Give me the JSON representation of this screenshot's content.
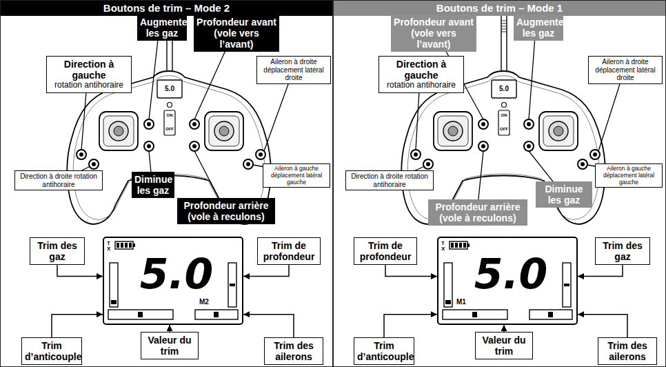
{
  "diagram": {
    "nodes": [
      {
        "text": [
          "Boutons de trim – Mode 2"
        ]
      },
      {
        "text": [
          "Augmente les gaz"
        ],
        "in": 0
      },
      {
        "text": [
          "Profondeur avant (vole vers l’avant)"
        ],
        "in": 0
      },
      {
        "text": [
          "Direction à gauche",
          "rotation antihoraire"
        ],
        "in": 0
      },
      {
        "text": [
          "Aileron à droite déplacement latéral droite"
        ],
        "in": 0
      },
      {
        "text": [
          "Direction à droite rotation antihoraire"
        ],
        "in": 0
      },
      {
        "text": [
          "Diminue les gaz"
        ],
        "in": 0
      },
      {
        "text": [
          "Aileron à gauche déplacement latéral gauche"
        ],
        "in": 0
      },
      {
        "text": [
          "Profondeur arrière (vole à reculons)"
        ],
        "in": 0
      },
      {
        "text": [
          "T X",
          "5.0",
          "M2"
        ],
        "in": 0
      },
      {
        "text": [
          "Trim des gaz"
        ],
        "in": 0
      },
      {
        "text": [
          "Trim de profondeur"
        ],
        "in": 0
      },
      {
        "text": [
          "Trim d’anticouple"
        ],
        "in": 0
      },
      {
        "text": [
          "Valeur du trim"
        ],
        "in": 0
      },
      {
        "text": [
          "Trim des ailerons"
        ],
        "in": 0
      },
      {
        "text": [
          "Boutons de trim – Mode 1"
        ]
      },
      {
        "text": [
          "Profondeur avant (vole vers l’avant)"
        ],
        "in": 15
      },
      {
        "text": [
          "Augmente les gaz"
        ],
        "in": 15
      },
      {
        "text": [
          "Direction à gauche",
          "rotation antihoraire"
        ],
        "in": 15
      },
      {
        "text": [
          "Aileron à droite déplacement latéral droite"
        ],
        "in": 15
      },
      {
        "text": [
          "Direction à droite rotation antihoraire"
        ],
        "in": 15
      },
      {
        "text": [
          "Diminue les gaz"
        ],
        "in": 15
      },
      {
        "text": [
          "Aileron à gauche déplacement latéral gauche"
        ],
        "in": 15
      },
      {
        "text": [
          "Profondeur arrière (vole à reculons)"
        ],
        "in": 15
      },
      {
        "text": [
          "T X",
          "5.0",
          "M1"
        ],
        "in": 15
      },
      {
        "text": [
          "Trim de profondeur"
        ],
        "in": 15
      },
      {
        "text": [
          "Trim des gaz"
        ],
        "in": 15
      },
      {
        "text": [
          "Trim d’anticouple"
        ],
        "in": 15
      },
      {
        "text": [
          "Valeur du trim"
        ],
        "in": 15
      },
      {
        "text": [
          "Trim des ailerons"
        ],
        "in": 15
      }
    ],
    "edges": [
      {
        "from": 10,
        "to": 9,
        "arrow": "to"
      },
      {
        "from": 11,
        "to": 9,
        "arrow": "to"
      },
      {
        "from": 12,
        "to": 9,
        "arrow": "to"
      },
      {
        "from": 13,
        "to": 9,
        "arrow": "to"
      },
      {
        "from": 14,
        "to": 9,
        "arrow": "to"
      },
      {
        "from": 25,
        "to": 24,
        "arrow": "to"
      },
      {
        "from": 26,
        "to": 24,
        "arrow": "to"
      },
      {
        "from": 27,
        "to": 24,
        "arrow": "to"
      },
      {
        "from": 28,
        "to": 24,
        "arrow": "to"
      },
      {
        "from": 29,
        "to": 24,
        "arrow": "to"
      }
    ],
    "labels": [
      "5.0",
      "ON",
      "OFF",
      "5.0",
      "ON",
      "OFF"
    ]
  }
}
